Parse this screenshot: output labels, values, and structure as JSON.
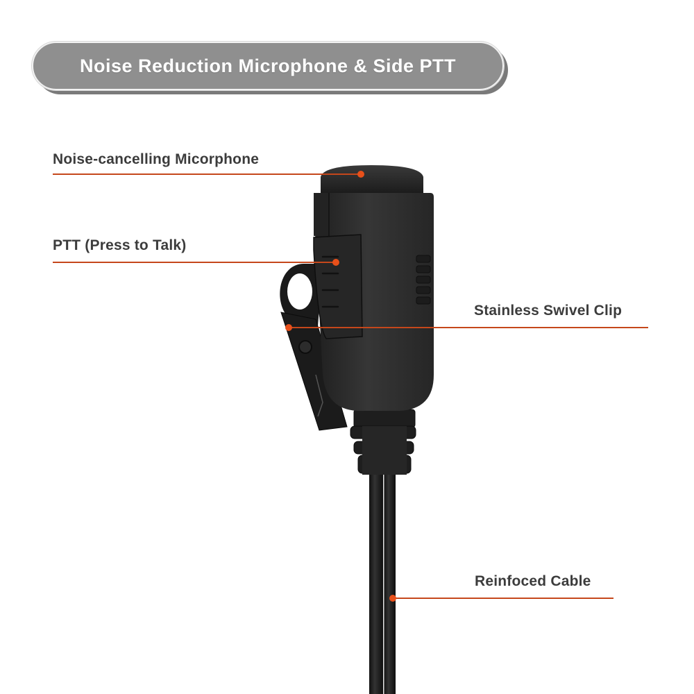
{
  "banner": {
    "title": "Noise Reduction Microphone & Side PTT",
    "bg_color": "#8f8f8f",
    "text_color": "#ffffff"
  },
  "callouts": [
    {
      "label": "Noise-cancelling Micorphone",
      "target": "microphone-top"
    },
    {
      "label": "PTT (Press to Talk)",
      "target": "ptt-button"
    },
    {
      "label": "Stainless Swivel Clip",
      "target": "swivel-clip"
    },
    {
      "label": "Reinfoced Cable",
      "target": "cable"
    }
  ],
  "colors": {
    "accent": "#e8501a",
    "leader_line": "#c5471b",
    "label_text": "#3c3c3c",
    "device_body": "#2b2b2b"
  }
}
